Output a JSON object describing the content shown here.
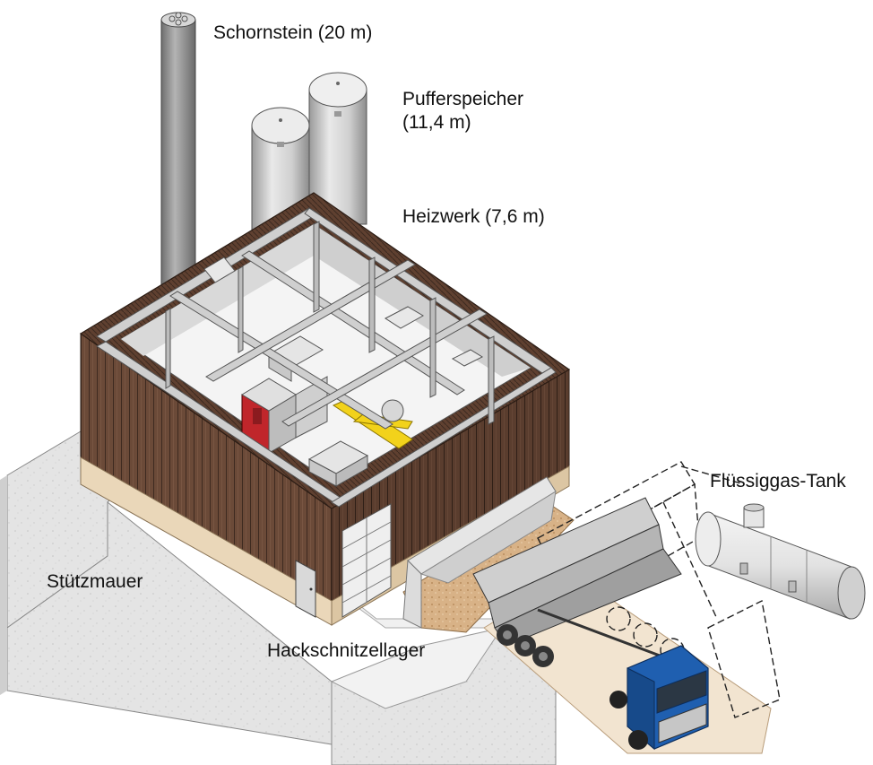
{
  "labels": {
    "chimney": "Schornstein (20 m)",
    "buffer_line1": "Pufferspeicher",
    "buffer_line2": "(11,4 m)",
    "plant": "Heizwerk (7,6 m)",
    "gas_tank": "Flüssiggas-Tank",
    "retaining_wall": "Stützmauer",
    "chip_storage": "Hackschnitzellager"
  },
  "colors": {
    "wood_cladding": "#6b4a38",
    "plinth": "#ead7b9",
    "steel": "#c9c9c9",
    "boiler_red": "#c0262b",
    "conveyor_yellow": "#f2d21b",
    "truck_blue": "#1f5fb0",
    "concrete": "#e6e6e6",
    "wood_chips": "#d9b58c"
  }
}
